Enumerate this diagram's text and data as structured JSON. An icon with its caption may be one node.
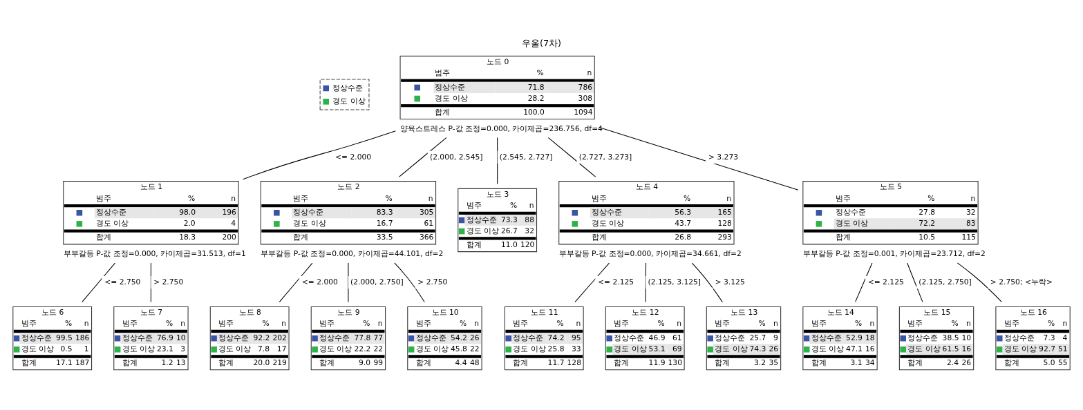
{
  "diagram": {
    "title": "우울(7차)",
    "nodes": [
      {
        "text": [
          "노드 0",
          "범주",
          "%",
          "n",
          "정상수준",
          "71.8",
          "786",
          "경도 이상",
          "28.2",
          "308",
          "합계",
          "100.0",
          "1094"
        ],
        "beside": [
          "양육스트레스 P-값 조정=0.000, 카이제곱=236.756, df=4"
        ]
      },
      {
        "text": [
          "노드 1",
          "범주",
          "%",
          "n",
          "정상수준",
          "98.0",
          "196",
          "경도 이상",
          "2.0",
          "4",
          "합계",
          "18.3",
          "200"
        ],
        "beside": [
          "부부갈등 P-값 조정=0.000, 카이제곱=31.513, df=1"
        ]
      },
      {
        "text": [
          "노드 2",
          "범주",
          "%",
          "n",
          "정상수준",
          "83.3",
          "305",
          "경도 이상",
          "16.7",
          "61",
          "합계",
          "33.5",
          "366"
        ],
        "beside": [
          "부부갈등 P-값 조정=0.000, 카이제곱=44.101, df=2"
        ]
      },
      {
        "text": [
          "노드 3",
          "범주",
          "%",
          "n",
          "정상수준",
          "73.3",
          "88",
          "경도 이상",
          "26.7",
          "32",
          "합계",
          "11.0",
          "120"
        ]
      },
      {
        "text": [
          "노드 4",
          "범주",
          "%",
          "n",
          "정상수준",
          "56.3",
          "165",
          "경도 이상",
          "43.7",
          "128",
          "합계",
          "26.8",
          "293"
        ],
        "beside": [
          "부부갈등 P-값 조정=0.000, 카이제곱=34.661, df=2"
        ]
      },
      {
        "text": [
          "노드 5",
          "범주",
          "%",
          "n",
          "정상수준",
          "27.8",
          "32",
          "경도 이상",
          "72.2",
          "83",
          "합계",
          "10.5",
          "115"
        ],
        "beside": [
          "부부갈등 P-값 조정=0.001, 카이제곱=23.712, df=2"
        ]
      },
      {
        "text": [
          "노드 6",
          "범주",
          "%",
          "n",
          "정상수준",
          "99.5",
          "186",
          "경도 이상",
          "0.5",
          "1",
          "합계",
          "17.1",
          "187"
        ]
      },
      {
        "text": [
          "노드 7",
          "범주",
          "%",
          "n",
          "정상수준",
          "76.9",
          "10",
          "경도 이상",
          "23.1",
          "3",
          "합계",
          "1.2",
          "13"
        ]
      },
      {
        "text": [
          "노드 8",
          "범주",
          "%",
          "n",
          "정상수준",
          "92.2",
          "202",
          "경도 이상",
          "7.8",
          "17",
          "합계",
          "20.0",
          "219"
        ]
      },
      {
        "text": [
          "노드 9",
          "범주",
          "%",
          "n",
          "정상수준",
          "77.8",
          "77",
          "경도 이상",
          "22.2",
          "22",
          "합계",
          "9.0",
          "99"
        ]
      },
      {
        "text": [
          "노드 10",
          "범주",
          "%",
          "n",
          "정상수준",
          "54.2",
          "26",
          "경도 이상",
          "45.8",
          "22",
          "합계",
          "4.4",
          "48"
        ]
      },
      {
        "text": [
          "노드 11",
          "범주",
          "%",
          "n",
          "정상수준",
          "74.2",
          "95",
          "경도 이상",
          "25.8",
          "33",
          "합계",
          "11.7",
          "128"
        ]
      },
      {
        "text": [
          "노드 12",
          "범주",
          "%",
          "n",
          "정상수준",
          "46.9",
          "61",
          "경도 이상",
          "53.1",
          "69",
          "합계",
          "11.9",
          "130"
        ]
      },
      {
        "text": [
          "노드 13",
          "범주",
          "%",
          "n",
          "정상수준",
          "25.7",
          "9",
          "경도 이상",
          "74.3",
          "26",
          "합계",
          "3.2",
          "35"
        ]
      },
      {
        "text": [
          "노드 14",
          "범주",
          "%",
          "n",
          "정상수준",
          "52.9",
          "18",
          "경도 이상",
          "47.1",
          "16",
          "합계",
          "3.1",
          "34"
        ]
      },
      {
        "text": [
          "노드 15",
          "범주",
          "%",
          "n",
          "정상수준",
          "38.5",
          "10",
          "경도 이상",
          "61.5",
          "16",
          "합계",
          "2.4",
          "26"
        ]
      },
      {
        "text": [
          "노드 16",
          "범주",
          "%",
          "n",
          "정상수준",
          "7.3",
          "4",
          "경도 이상",
          "92.7",
          "51",
          "합계",
          "5.0",
          "55"
        ]
      }
    ],
    "edges": [
      {
        "from": 0,
        "to": 1,
        "arrow": "none",
        "label": "<= 2.000"
      },
      {
        "from": 0,
        "to": 2,
        "arrow": "none",
        "label": "(2.000, 2.545]"
      },
      {
        "from": 0,
        "to": 3,
        "arrow": "none",
        "label": "(2.545, 2.727]"
      },
      {
        "from": 0,
        "to": 4,
        "arrow": "none",
        "label": "(2.727, 3.273]"
      },
      {
        "from": 0,
        "to": 5,
        "arrow": "none",
        "label": "> 3.273"
      },
      {
        "from": 1,
        "to": 6,
        "arrow": "none",
        "label": "<= 2.750"
      },
      {
        "from": 1,
        "to": 7,
        "arrow": "none",
        "label": "> 2.750"
      },
      {
        "from": 2,
        "to": 8,
        "arrow": "none",
        "label": "<= 2.000"
      },
      {
        "from": 2,
        "to": 9,
        "arrow": "none",
        "label": "(2.000, 2.750]"
      },
      {
        "from": 2,
        "to": 10,
        "arrow": "none",
        "label": "> 2.750"
      },
      {
        "from": 4,
        "to": 11,
        "arrow": "none",
        "label": "<= 2.125"
      },
      {
        "from": 4,
        "to": 12,
        "arrow": "none",
        "label": "(2.125, 3.125]"
      },
      {
        "from": 4,
        "to": 13,
        "arrow": "none",
        "label": "> 3.125"
      },
      {
        "from": 5,
        "to": 14,
        "arrow": "none",
        "label": "<= 2.125"
      },
      {
        "from": 5,
        "to": 15,
        "arrow": "none",
        "label": "(2.125, 2.750]"
      },
      {
        "from": 5,
        "to": 16,
        "arrow": "none",
        "label": "> 2.750; <누락>"
      }
    ],
    "legend": [
      {
        "text": "정상수준",
        "color": "#3b55a6"
      },
      {
        "text": "경도 이상",
        "color": "#2eb34a"
      }
    ]
  }
}
